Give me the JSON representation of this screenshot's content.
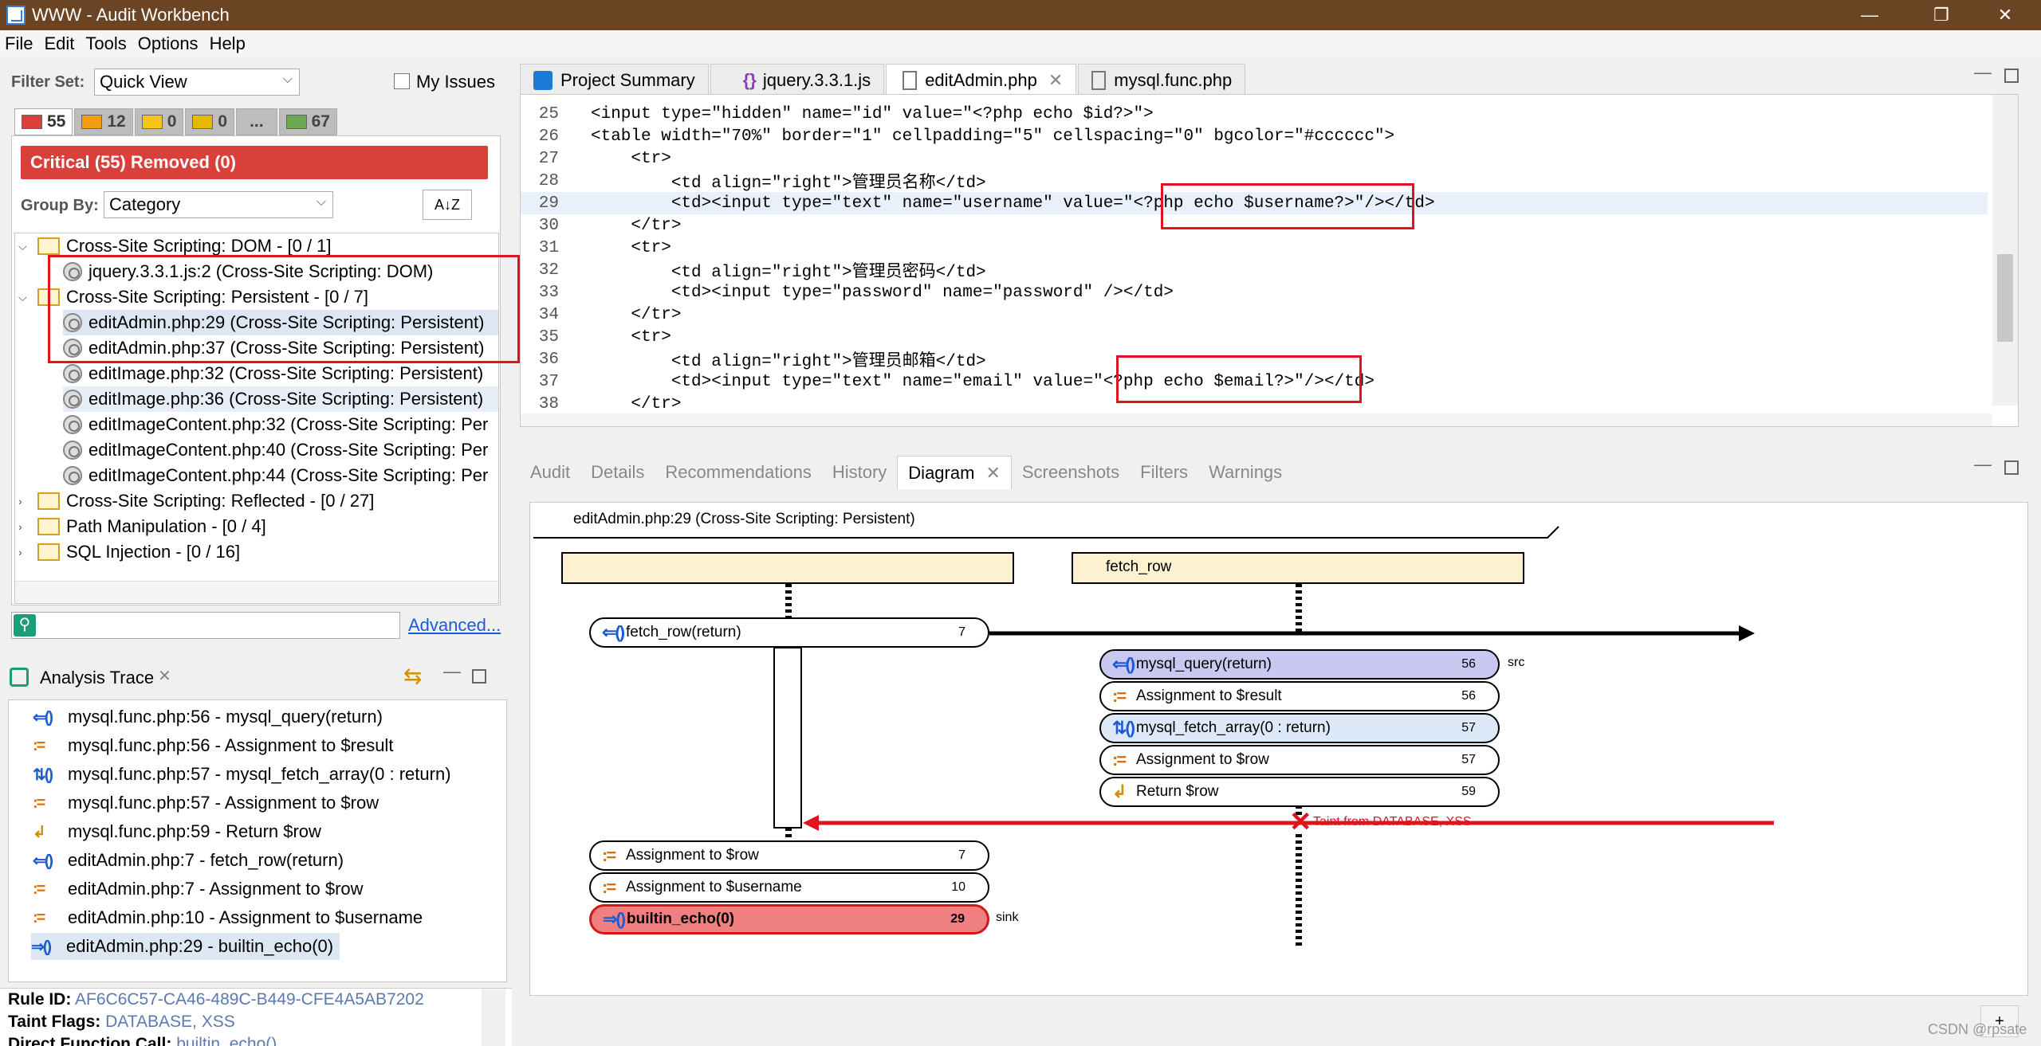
{
  "window": {
    "title": "WWW - Audit Workbench",
    "min": "—",
    "max": "❐",
    "close": "✕"
  },
  "menu": [
    "File",
    "Edit",
    "Tools",
    "Options",
    "Help"
  ],
  "filter": {
    "label": "Filter Set:",
    "value": "Quick View",
    "my_issues": "My Issues"
  },
  "severity_tabs": [
    {
      "count": "55",
      "color": "#d9403a"
    },
    {
      "count": "12",
      "color": "#f39c12"
    },
    {
      "count": "0",
      "color": "#f5c518"
    },
    {
      "count": "0",
      "color": "#e6b800"
    },
    {
      "count": "...",
      "color": ""
    },
    {
      "count": "67",
      "color": "#6aa84f"
    }
  ],
  "critical_bar": "Critical (55) Removed (0)",
  "group_by": {
    "label": "Group By:",
    "value": "Category"
  },
  "sort_icon": "A↓Z",
  "tree": [
    {
      "text": "Cross-Site Scripting: DOM - [0 / 1]",
      "kind": "folder",
      "open": true
    },
    {
      "text": "jquery.3.3.1.js:2 (Cross-Site Scripting: DOM)",
      "kind": "issue"
    },
    {
      "text": "Cross-Site Scripting: Persistent - [0 / 7]",
      "kind": "folder",
      "open": true
    },
    {
      "text": "editAdmin.php:29 (Cross-Site Scripting: Persistent)",
      "kind": "issue"
    },
    {
      "text": "editAdmin.php:37 (Cross-Site Scripting: Persistent)",
      "kind": "issue"
    },
    {
      "text": "editImage.php:32 (Cross-Site Scripting: Persistent)",
      "kind": "issue"
    },
    {
      "text": "editImage.php:36 (Cross-Site Scripting: Persistent)",
      "kind": "issue"
    },
    {
      "text": "editImageContent.php:32 (Cross-Site Scripting: Per",
      "kind": "issue"
    },
    {
      "text": "editImageContent.php:40 (Cross-Site Scripting: Per",
      "kind": "issue"
    },
    {
      "text": "editImageContent.php:44 (Cross-Site Scripting: Per",
      "kind": "issue"
    },
    {
      "text": "Cross-Site Scripting: Reflected - [0 / 27]",
      "kind": "folder",
      "open": false
    },
    {
      "text": "Path Manipulation - [0 / 4]",
      "kind": "folder",
      "open": false
    },
    {
      "text": "SQL Injection - [0 / 16]",
      "kind": "folder",
      "open": false
    }
  ],
  "search": {
    "advanced": "Advanced..."
  },
  "trace_panel": {
    "title": "Analysis Trace"
  },
  "trace": [
    {
      "icon": "⇐()",
      "type": "call",
      "text": "mysql.func.php:56 - mysql_query(return)"
    },
    {
      "icon": ":=",
      "type": "asg",
      "text": "mysql.func.php:56 - Assignment to $result"
    },
    {
      "icon": "⇅()",
      "type": "call",
      "text": "mysql.func.php:57 - mysql_fetch_array(0 : return)"
    },
    {
      "icon": ":=",
      "type": "asg",
      "text": "mysql.func.php:57 - Assignment to $row"
    },
    {
      "icon": "↲",
      "type": "ret",
      "text": "mysql.func.php:59 - Return $row"
    },
    {
      "icon": "⇐()",
      "type": "call",
      "text": "editAdmin.php:7 - fetch_row(return)"
    },
    {
      "icon": ":=",
      "type": "asg",
      "text": "editAdmin.php:7 - Assignment to $row"
    },
    {
      "icon": ":=",
      "type": "asg",
      "text": "editAdmin.php:10 - Assignment to $username"
    },
    {
      "icon": "⇒()",
      "type": "call",
      "text": "editAdmin.php:29 - builtin_echo(0)"
    }
  ],
  "info": {
    "rule_label": "Rule ID:",
    "rule_value": "AF6C6C57-CA46-489C-B449-CFE4A5AB7202",
    "taint_label": "Taint Flags:",
    "taint_value": "DATABASE, XSS",
    "direct_label": "Direct Function Call:",
    "direct_value": "builtin_echo()"
  },
  "editor_tabs": [
    "Project Summary",
    "jquery.3.3.1.js",
    "editAdmin.php",
    "mysql.func.php"
  ],
  "code": [
    {
      "ln": "25",
      "text": "<input type=\"hidden\" name=\"id\" value=\"<?php echo $id?>\">"
    },
    {
      "ln": "26",
      "text": "<table width=\"70%\" border=\"1\" cellpadding=\"5\" cellspacing=\"0\" bgcolor=\"#cccccc\">"
    },
    {
      "ln": "27",
      "text": "    <tr>"
    },
    {
      "ln": "28",
      "text": "        <td align=\"right\">管理员名称</td>"
    },
    {
      "ln": "29",
      "text": "        <td><input type=\"text\" name=\"username\" value=\"<?php echo $username?>\"/></td>"
    },
    {
      "ln": "30",
      "text": "    </tr>"
    },
    {
      "ln": "31",
      "text": "    <tr>"
    },
    {
      "ln": "32",
      "text": "        <td align=\"right\">管理员密码</td>"
    },
    {
      "ln": "33",
      "text": "        <td><input type=\"password\" name=\"password\" /></td>"
    },
    {
      "ln": "34",
      "text": "    </tr>"
    },
    {
      "ln": "35",
      "text": "    <tr>"
    },
    {
      "ln": "36",
      "text": "        <td align=\"right\">管理员邮箱</td>"
    },
    {
      "ln": "37",
      "text": "        <td><input type=\"text\" name=\"email\" value=\"<?php echo $email?>\"/></td>"
    },
    {
      "ln": "38",
      "text": "    </tr>"
    }
  ],
  "bottom_tabs": [
    "Audit",
    "Details",
    "Recommendations",
    "History",
    "Diagram",
    "Screenshots",
    "Filters",
    "Warnings"
  ],
  "diagram": {
    "title": "editAdmin.php:29 (Cross-Site Scripting: Persistent)",
    "lane2": "fetch_row",
    "nodes_left": [
      {
        "icon": "⇐()",
        "type": "call",
        "label": "fetch_row(return)",
        "num": "7"
      },
      {
        "icon": ":=",
        "type": "asg",
        "label": "Assignment to $row",
        "num": "7"
      },
      {
        "icon": ":=",
        "type": "asg",
        "label": "Assignment to $username",
        "num": "10"
      },
      {
        "icon": "⇒()",
        "type": "call",
        "label": "builtin_echo(0)",
        "num": "29"
      }
    ],
    "nodes_right": [
      {
        "icon": "⇐()",
        "type": "call",
        "label": "mysql_query(return)",
        "num": "56"
      },
      {
        "icon": ":=",
        "type": "asg",
        "label": "Assignment to $result",
        "num": "56"
      },
      {
        "icon": "⇅()",
        "type": "call",
        "label": "mysql_fetch_array(0 : return)",
        "num": "57"
      },
      {
        "icon": ":=",
        "type": "asg",
        "label": "Assignment to $row",
        "num": "57"
      },
      {
        "icon": "↲",
        "type": "ret",
        "label": "Return $row",
        "num": "59"
      }
    ],
    "src": "src",
    "sink": "sink",
    "taint_note": "Taint from DATABASE, XSS"
  },
  "watermark": "CSDN @rpsate"
}
